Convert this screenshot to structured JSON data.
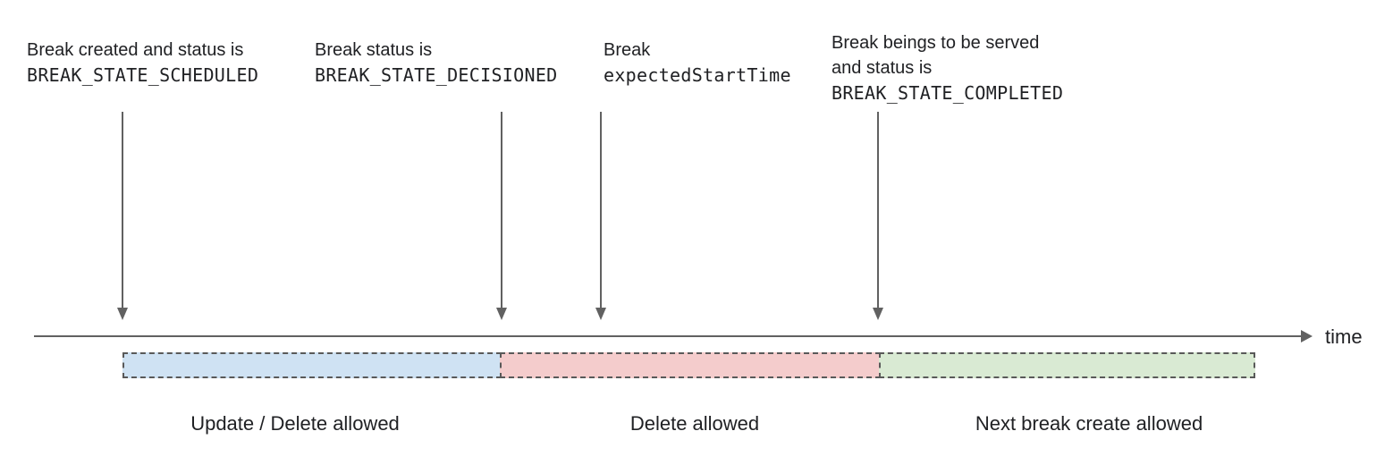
{
  "annotations": [
    {
      "line1": "Break created and status is",
      "code": "BREAK_STATE_SCHEDULED"
    },
    {
      "line1": "Break status is",
      "code": "BREAK_STATE_DECISIONED"
    },
    {
      "line1": "Break",
      "code": "expectedStartTime"
    },
    {
      "line1": "Break beings to be served",
      "line2": "and status is",
      "code": "BREAK_STATE_COMPLETED"
    }
  ],
  "timeline": {
    "axis_label": "time"
  },
  "segments": [
    {
      "label": "Update / Delete allowed",
      "fill": "#cfe2f3"
    },
    {
      "label": "Delete allowed",
      "fill": "#f4cccc"
    },
    {
      "label": "Next break create allowed",
      "fill": "#d9ead3"
    }
  ],
  "colors": {
    "arrow": "#616161",
    "dash_border": "#595959",
    "text": "#202124"
  }
}
